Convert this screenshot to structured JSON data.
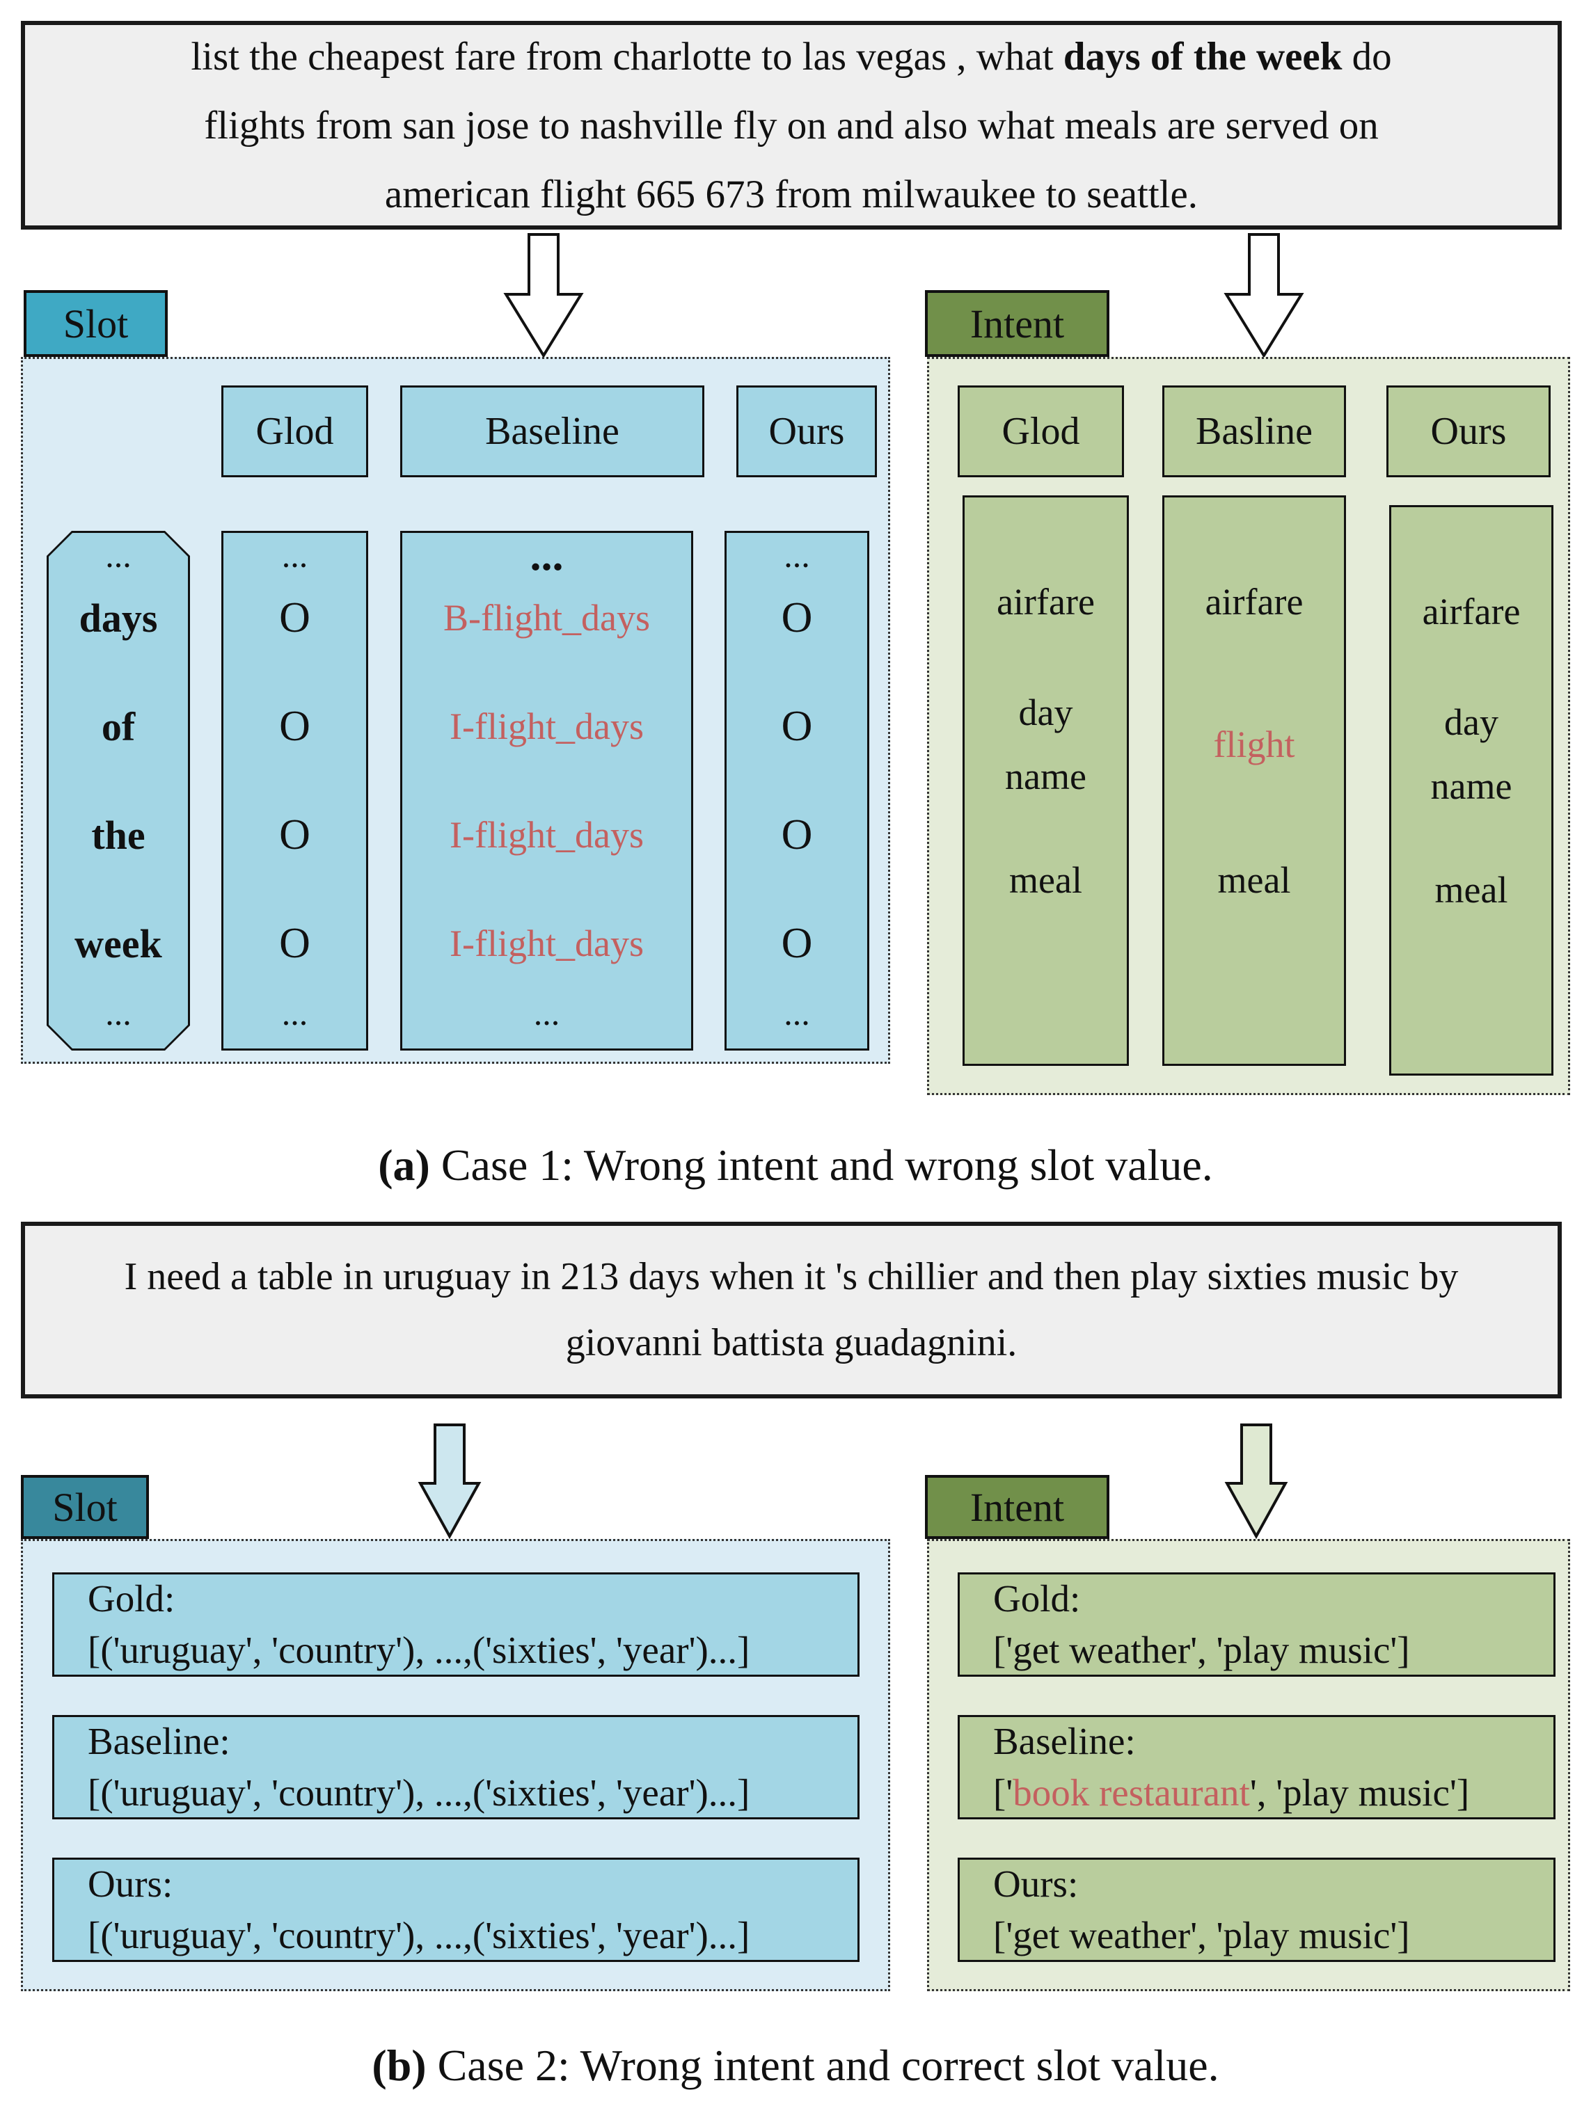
{
  "colors": {
    "utterance_bg": "#efefef",
    "slot_tag_a": "#3fa9c4",
    "slot_tag_b": "#38889c",
    "intent_tag": "#71904a",
    "slot_panel_bg": "#dbecf5",
    "slot_box_bg": "#a3d6e5",
    "intent_panel_bg": "#e5ecd9",
    "intent_box_bg": "#b9cd9d",
    "error_text": "#c4605f",
    "arrow_a_fill": "#ffffff",
    "arrow_b_left_fill": "#cde7ef",
    "arrow_b_right_fill": "#dfe9d2"
  },
  "utterance_a": {
    "line1_pre": "list the cheapest fare from charlotte to las vegas , what ",
    "line1_bold": "days of the week",
    "line1_post": " do",
    "line2": "flights from san jose to nashville fly on and also what meals are served on",
    "line3": "american flight 665 673 from milwaukee to seattle."
  },
  "utterance_b": {
    "line1": "I need a table in uruguay in 213 days when it 's chillier and then play sixties music by",
    "line2": "giovanni battista guadagnini."
  },
  "section_a": {
    "caption_label": "(a)",
    "caption_text": " Case 1: Wrong intent and wrong slot value.",
    "slot": {
      "tag": "Slot",
      "headers": [
        "Glod",
        "Baseline",
        "Ours"
      ],
      "words": [
        "...",
        "days",
        "of",
        "the",
        "week",
        "..."
      ],
      "glod": [
        "...",
        "O",
        "O",
        "O",
        "O",
        "..."
      ],
      "baseline": [
        "...",
        "B-flight_days",
        "I-flight_days",
        "I-flight_days",
        "I-flight_days",
        "..."
      ],
      "ours": [
        "...",
        "O",
        "O",
        "O",
        "O",
        "..."
      ]
    },
    "intent": {
      "tag": "Intent",
      "headers": [
        "Glod",
        "Basline",
        "Ours"
      ],
      "glod": [
        "airfare",
        "day\nname",
        "meal"
      ],
      "basline": [
        "airfare",
        "flight",
        "meal"
      ],
      "ours": [
        "airfare",
        "day\nname",
        "meal"
      ]
    }
  },
  "section_b": {
    "caption_label": "(b)",
    "caption_text": " Case 2: Wrong intent and correct slot value.",
    "slot": {
      "tag": "Slot",
      "gold_label": "Gold:",
      "gold_value": "[('uruguay', 'country'), ...,('sixties', 'year')...]",
      "baseline_label": "Baseline:",
      "baseline_value": "[('uruguay', 'country'), ...,('sixties', 'year')...]",
      "ours_label": "Ours:",
      "ours_value": "[('uruguay', 'country'), ...,('sixties', 'year')...]"
    },
    "intent": {
      "tag": "Intent",
      "gold_label": "Gold:",
      "gold_value": "['get weather', 'play music']",
      "baseline_label": "Baseline:",
      "baseline_pre": "['",
      "baseline_red": "book restaurant",
      "baseline_post": "', 'play music']",
      "ours_label": "Ours:",
      "ours_value": "['get weather', 'play music']"
    }
  }
}
